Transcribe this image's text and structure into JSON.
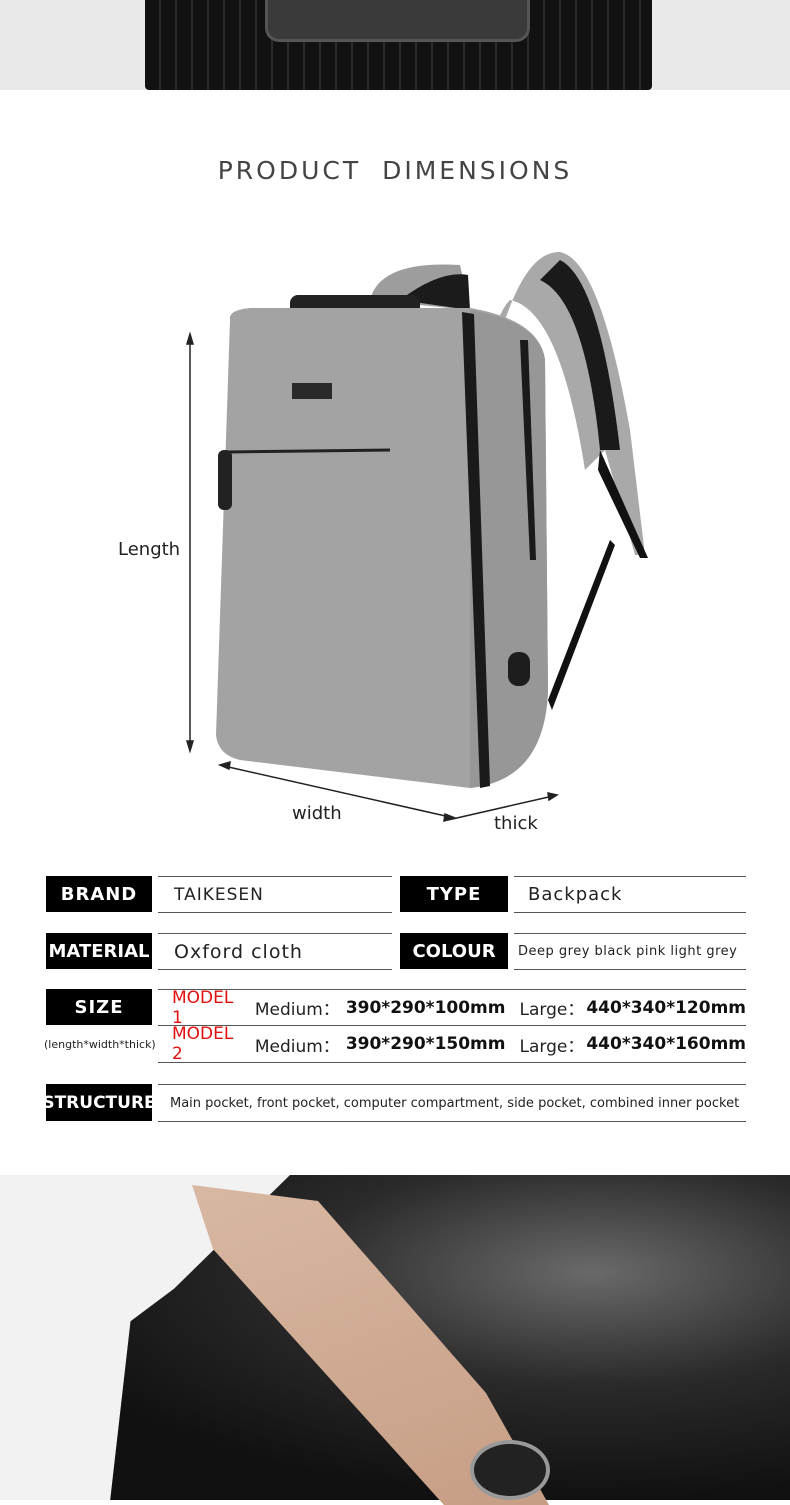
{
  "title": "PRODUCT DIMENSIONS",
  "dimensions": {
    "length": "Length",
    "width": "width",
    "thick": "thick"
  },
  "specs": {
    "brand_label": "BRAND",
    "brand": "TAIKESEN",
    "type_label": "TYPE",
    "type": "Backpack",
    "material_label": "MATERIAL",
    "material": "Oxford cloth",
    "colour_label": "COLOUR",
    "colour": "Deep grey black pink light grey",
    "size_label": "SIZE",
    "size_note": "(length*width*thick)",
    "models": [
      {
        "name": "MODEL 1",
        "medium_label": "Medium：",
        "medium": "390*290*100mm",
        "large_label": "Large：",
        "large": "440*340*120mm"
      },
      {
        "name": "MODEL 2",
        "medium_label": "Medium：",
        "medium": "390*290*150mm",
        "large_label": "Large：",
        "large": "440*340*160mm"
      }
    ],
    "structure_label": "STRUCTURE",
    "structure": "Main pocket, front pocket, computer compartment, side pocket, combined inner pocket"
  },
  "colors": {
    "accent_red": "#e0100f",
    "label_bg": "#000000"
  }
}
